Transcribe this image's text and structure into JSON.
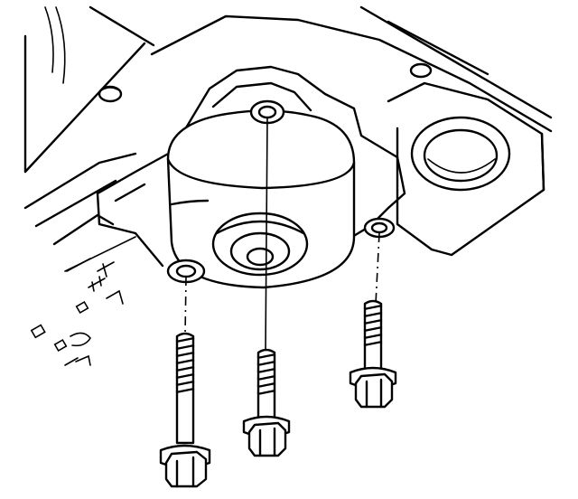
{
  "figure": {
    "background": "#ffffff",
    "line_color": "#000000"
  },
  "parts": {
    "housing": {
      "icon": "valve-body-casting"
    },
    "solenoid": {
      "icon": "solenoid-assembly"
    },
    "bolts": [
      {
        "id": "bolt-left",
        "icon": "hex-flange-bolt"
      },
      {
        "id": "bolt-center",
        "icon": "hex-flange-bolt"
      },
      {
        "id": "bolt-right",
        "icon": "hex-flange-bolt"
      }
    ]
  }
}
